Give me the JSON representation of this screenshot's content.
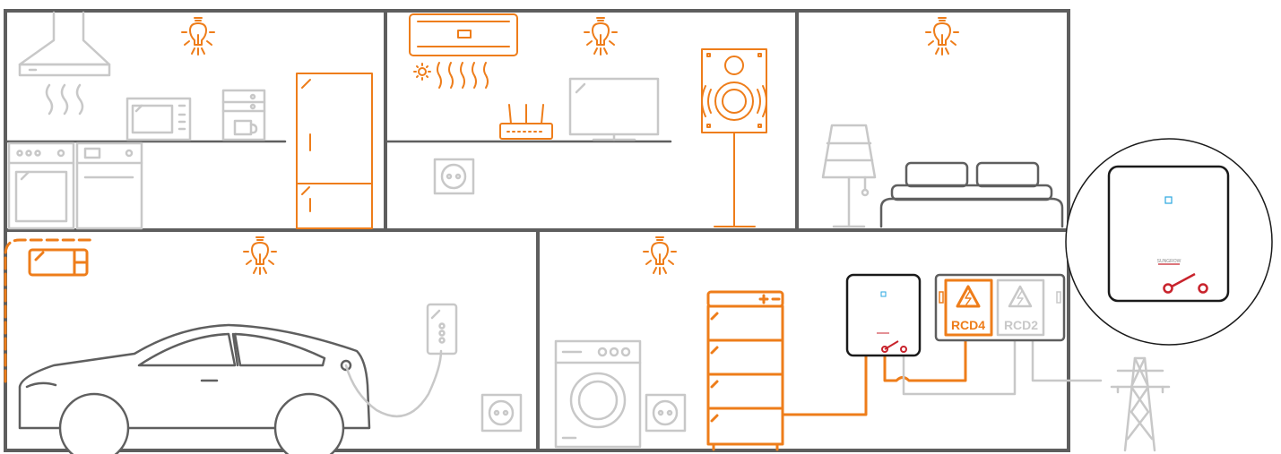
{
  "diagram": {
    "rcd_labels": {
      "active": "RCD4",
      "inactive": "RCD2"
    },
    "inverter_brand": "SUNGROW"
  },
  "colors": {
    "powered": "#ee7d1a",
    "unpowered": "#c8c8c8",
    "wall": "#5e5e5e",
    "inverter_outline": "#1a1a1a",
    "switch": "#c8232c",
    "status_led": "#2aa7e0"
  }
}
